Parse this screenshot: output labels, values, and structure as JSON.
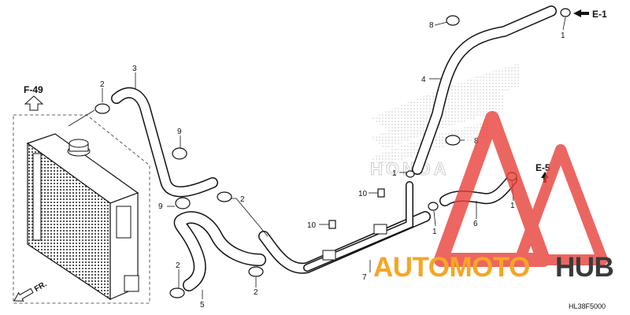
{
  "callouts": {
    "c1a": "1",
    "c1b": "1",
    "c1c": "1",
    "c1d": "1",
    "c2a": "2",
    "c2b": "2",
    "c2c": "2",
    "c2d": "2",
    "c3": "3",
    "c4": "4",
    "c5": "5",
    "c6": "6",
    "c7": "7",
    "c8a": "8",
    "c8b": "8",
    "c9a": "9",
    "c9b": "9",
    "c10a": "10",
    "c10b": "10"
  },
  "refs": {
    "f49": "F-49",
    "e1": "E-1",
    "e5": "E-5",
    "fr": "FR."
  },
  "diagram_code": "HL38F5000",
  "watermark": {
    "part1": "AUTOMOTO",
    "part2": "HUB",
    "color1": "#f5a623",
    "color2": "#3a3a3a",
    "logo_color": "#e8403a"
  },
  "background_brand": "HONDA"
}
